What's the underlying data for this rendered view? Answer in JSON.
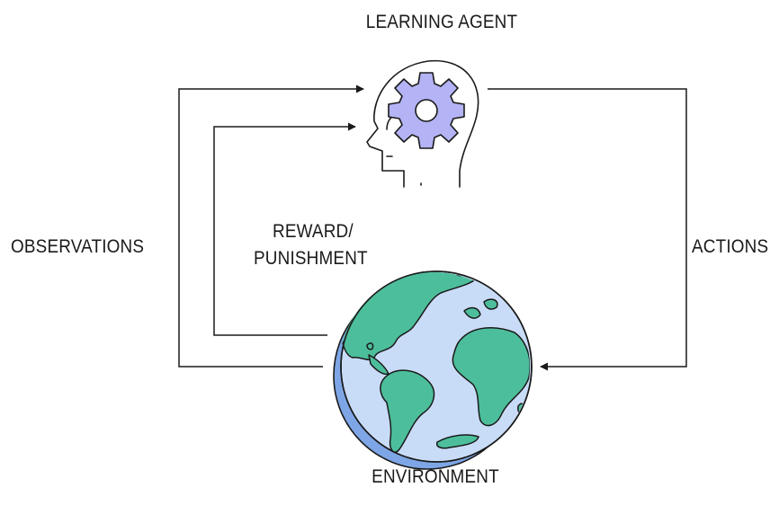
{
  "labels": {
    "agent": "LEARNING AGENT",
    "environment": "ENVIRONMENT",
    "observations": "OBSERVATIONS",
    "actions": "ACTIONS",
    "reward_line1": "REWARD/",
    "reward_line2": "PUNISHMENT"
  },
  "icons": {
    "agent": "head-with-gear-icon",
    "environment": "globe-icon"
  },
  "colors": {
    "line": "#1a1a1a",
    "gear_fill": "#b3b3f5",
    "ocean": "#c9dcf7",
    "land": "#4dbe9c",
    "globe_shadow": "#7ea6e6"
  }
}
